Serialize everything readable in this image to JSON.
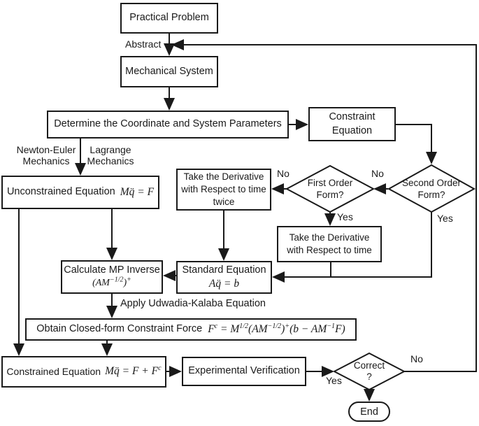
{
  "diagram": {
    "colors": {
      "line": "#1a1a1a",
      "background": "#ffffff",
      "text": "#1a1a1a"
    },
    "nodes": {
      "practical_problem": {
        "label": "Practical Problem"
      },
      "mechanical_system": {
        "label": "Mechanical System"
      },
      "determine_params": {
        "label": "Determine the Coordinate and System Parameters"
      },
      "constraint_equation": {
        "line1": "Constraint",
        "line2": "Equation"
      },
      "unconstrained_equation": {
        "label": "Unconstrained Equation",
        "math": "Mq̈ = F"
      },
      "derivative_twice": {
        "label": "Take the Derivative with Respect to time twice"
      },
      "derivative_once": {
        "label": "Take the Derivative with Respect to  time"
      },
      "standard_equation": {
        "label": "Standard Equation",
        "math": "Aq̈ = b"
      },
      "mp_inverse": {
        "label": "Calculate MP Inverse",
        "m_open": "(",
        "m_base": "AM",
        "m_sup1": "−1/2",
        "m_close": ")",
        "m_sup2": "+"
      },
      "obtain_force": {
        "label": "Obtain Closed-form Constraint Force",
        "f": "F",
        "c": "c",
        "eq": " = ",
        "m": "M",
        "half": "1/2",
        "p1": "(",
        "am1": "AM",
        "mhalf": "−1/2",
        "p2": ")",
        "plus": "+",
        "p3": "(",
        "b": "b",
        "minus": " − ",
        "am2": "AM",
        "mone": "−1",
        "f2": "F",
        "p4": ")"
      },
      "constrained_equation": {
        "label": "Constrained Equation",
        "m_base": "Mq̈ = F + F",
        "m_sup": "c"
      },
      "experimental_verification": {
        "label": "Experimental Verification"
      },
      "first_order": {
        "line1": "First Order",
        "line2": "Form?"
      },
      "second_order": {
        "line1": "Second Order",
        "line2": "Form?"
      },
      "correct": {
        "line1": "Correct",
        "line2": "?"
      },
      "end": {
        "label": "End"
      }
    },
    "edge_labels": {
      "abstract": "Abstract",
      "newton_euler_1": "Newton-Euler",
      "newton_euler_2": "Mechanics",
      "lagrange_1": "Lagrange",
      "lagrange_2": "Mechanics",
      "no_first": "No",
      "no_second": "No",
      "yes_first": "Yes",
      "yes_second": "Yes",
      "apply_uk": "Apply Udwadia-Kalaba Equation",
      "no_correct": "No",
      "yes_correct": "Yes"
    }
  }
}
